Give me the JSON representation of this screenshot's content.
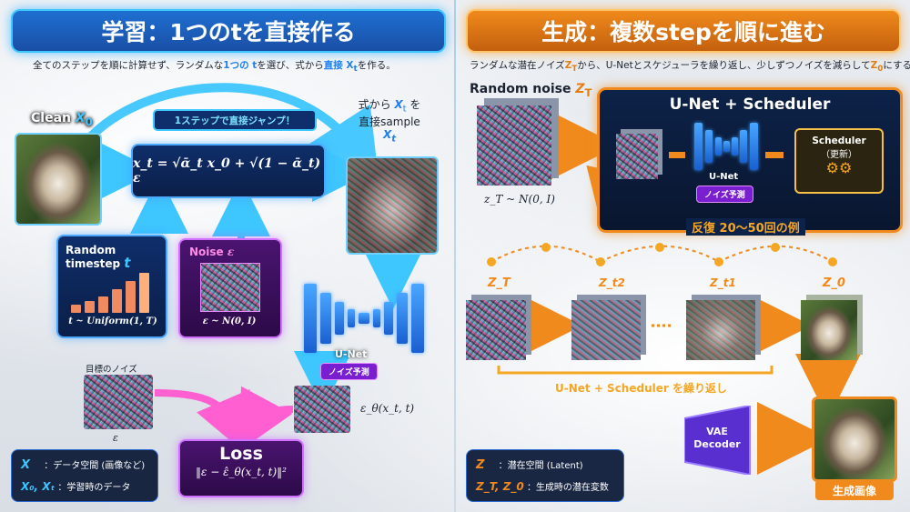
{
  "left": {
    "title": "学習：1つのtを直接作る",
    "subtitle": {
      "part1": "全てのステップを順に計算せず、ランダムな",
      "accent1": "1つの t",
      "part2": "を選び、式から",
      "accent2": "直接 X",
      "accent2_sub": "t",
      "part3": "を作る。"
    },
    "clean_label": "Clean",
    "clean_var": "X",
    "clean_var_sub": "0",
    "jump_label": "1ステップで直接ジャンプ！",
    "formula": "x_t = √ᾱ_t x_0 + √(1 − ᾱ_t) ε",
    "sample_label_line1": "式から",
    "sample_label_var": "X",
    "sample_label_var_sub": "t",
    "sample_label_line1_end": "を",
    "sample_label_line2": "直接sample",
    "sample_label_line3_var": "X",
    "sample_label_line3_sub": "t",
    "timestep_title": "Random timestep",
    "timestep_var": "t",
    "timestep_caption": "t ~ Uniform(1, T)",
    "noise_title": "Noise",
    "noise_var": "ε",
    "noise_caption": "ε ~ N(0, I)",
    "unet_label": "U-Net",
    "unet_chip": "ノイズ予測",
    "target_noise_label": "目標のノイズ",
    "target_noise_var": "ε",
    "pred_label": "ε_θ(x_t, t)",
    "loss_title": "Loss",
    "loss_formula": "‖ε − ε̂_θ(x_t, t)‖²",
    "legend": {
      "row1_var": "X",
      "row1_text": "：データ空間 (画像など)",
      "row2_var": "X₀, Xₜ",
      "row2_text": "：学習時のデータ"
    }
  },
  "right": {
    "title": "生成：複数stepを順に進む",
    "subtitle": {
      "part1": "ランダムな潜在ノイズ",
      "accent1": "Z",
      "accent1_sub": "T",
      "part2": "から、U-Netとスケジューラを繰り返し、少しずつノイズを減らして",
      "accent2": "Z",
      "accent2_sub": "0",
      "part3": "にする。"
    },
    "random_noise_label": "Random noise",
    "random_noise_var": "Z",
    "random_noise_sub": "T",
    "zt_caption": "z_T ~ N(0, I)",
    "unet_sched_title": "U-Net + Scheduler",
    "unet_label": "U-Net",
    "unet_chip": "ノイズ予測",
    "scheduler_label": "Scheduler",
    "scheduler_sub": "（更新）",
    "repeat_label": "反復 20～50回の例",
    "seq_labels": [
      "Z_T",
      "Z_t2",
      "Z_t1",
      "Z_0"
    ],
    "repeat_bracket_label": "U-Net + Scheduler を繰り返し",
    "vae_label_line1": "VAE",
    "vae_label_line2": "Decoder",
    "output_label": "生成画像",
    "legend": {
      "row1_var": "Z",
      "row1_text": "：潜在空間 (Latent)",
      "row2_var": "Z_T, Z_0",
      "row2_text": "：生成時の潜在変数"
    }
  },
  "colors": {
    "blue_accent": "#1e7ff0",
    "orange_accent": "#f08a1c",
    "purple_accent": "#c060ff",
    "cyan_arrow": "#3ec6ff",
    "pink_arrow": "#ff5fd0"
  },
  "timestep_bars": [
    2,
    3,
    4,
    6,
    8,
    10
  ]
}
